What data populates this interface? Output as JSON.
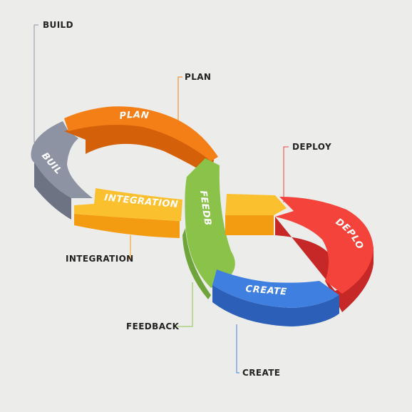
{
  "segments": [
    {
      "id": "build",
      "label": "BUILD",
      "color": "#8e93a4",
      "side_color": "#6e7384"
    },
    {
      "id": "plan",
      "label": "PLAN",
      "color": "#f57f17",
      "side_color": "#d4600a"
    },
    {
      "id": "integration",
      "label": "INTEGRATION",
      "color": "#fbc02d",
      "side_color": "#f39c12"
    },
    {
      "id": "feedback",
      "label": "FEEDBACK",
      "color": "#8bc34a",
      "side_color": "#6ea43a"
    },
    {
      "id": "deploy",
      "label": "DEPLOY",
      "color": "#f4433a",
      "side_color": "#c62828"
    },
    {
      "id": "create",
      "label": "CREATE",
      "color": "#3f7fdf",
      "side_color": "#2b5fb8"
    },
    {
      "id": "handoff",
      "label": "",
      "color": "#fbc02d",
      "side_color": "#f39c12"
    }
  ],
  "callouts": {
    "build": "BUILD",
    "plan": "PLAN",
    "deploy": "DEPLOY",
    "integration": "INTEGRATION",
    "feedback": "FEEDBACK",
    "create": "CREATE"
  },
  "colors": {
    "background": "#ececea",
    "text": "#222222"
  }
}
